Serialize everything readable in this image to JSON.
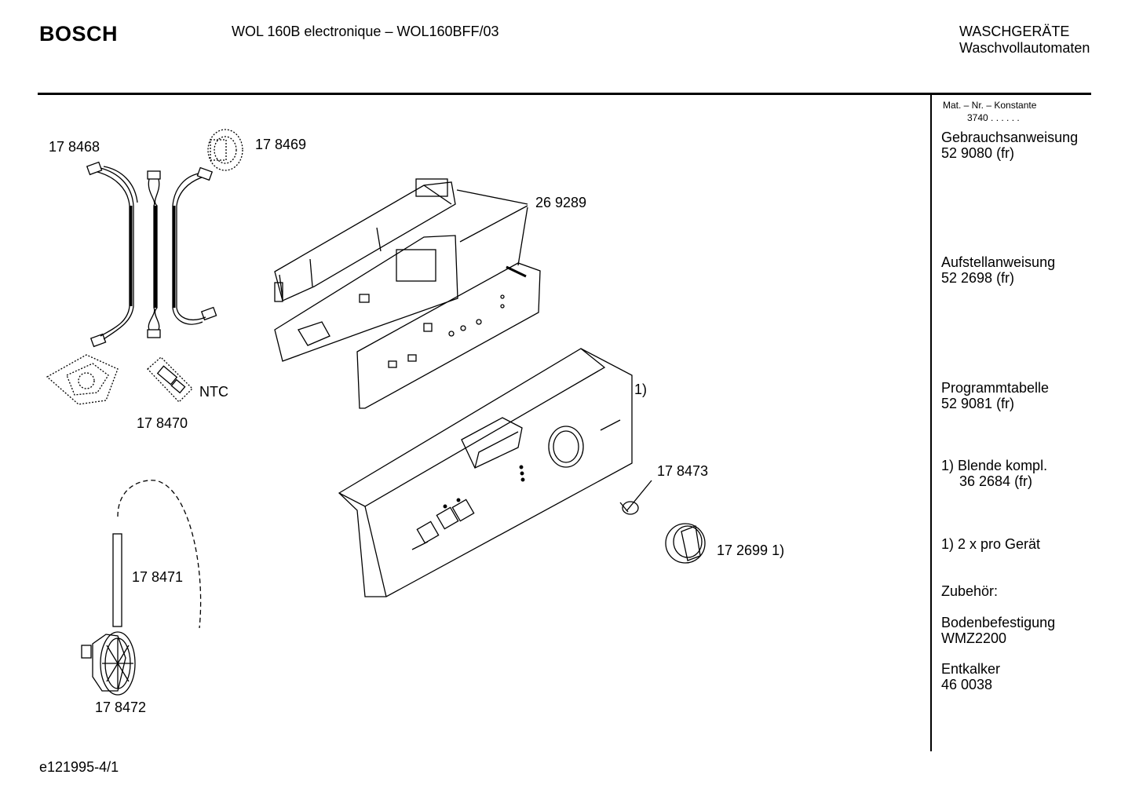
{
  "header": {
    "brand": "BOSCH",
    "model": "WOL 160B electronique – WOL160BFF/03",
    "category_line1": "WASCHGERÄTE",
    "category_line2": "Waschvollautomaten"
  },
  "sidebar": {
    "mat_line1": "Mat. – Nr. – Konstante",
    "mat_line2": "3740  .   .      .   .   .   .",
    "entries": [
      {
        "title": "Gebrauchsanweisung",
        "value": "52 9080 (fr)"
      },
      {
        "title": "Aufstellanweisung",
        "value": "52 2698 (fr)"
      },
      {
        "title": "Programmtabelle",
        "value": "52 9081 (fr)"
      },
      {
        "title": "1)  Blende kompl.",
        "value": "36 2684 (fr)"
      },
      {
        "title": "1)  2 x pro Gerät",
        "value": ""
      },
      {
        "title": "Zubehör:",
        "value": ""
      },
      {
        "title": "Bodenbefestigung",
        "value": "WMZ2200"
      },
      {
        "title": "Entkalker",
        "value": "46 0038"
      }
    ]
  },
  "parts": {
    "p178468": "17 8468",
    "p178469": "17 8469",
    "p269289": "26 9289",
    "ntc": "NTC",
    "p178470": "17 8470",
    "note1": "1)",
    "p178473": "17 8473",
    "p172699": "17 2699 1)",
    "p178471": "17 8471",
    "p178472": "17 8472"
  },
  "footer": {
    "code": "e121995-4/1"
  }
}
